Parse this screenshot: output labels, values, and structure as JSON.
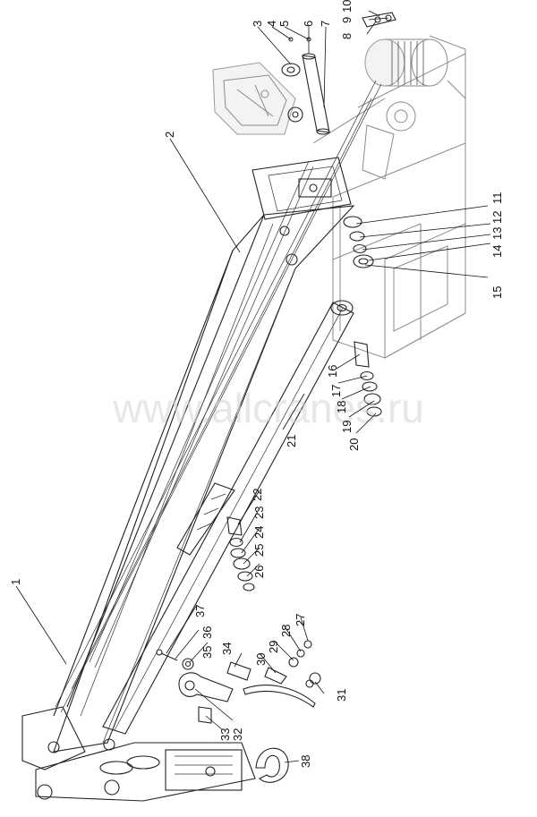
{
  "watermark": "www.allcranes.ru",
  "callouts": [
    {
      "id": "1",
      "text": "1"
    },
    {
      "id": "2",
      "text": "2"
    },
    {
      "id": "3",
      "text": "3"
    },
    {
      "id": "4",
      "text": "4"
    },
    {
      "id": "5",
      "text": "5"
    },
    {
      "id": "6",
      "text": "6"
    },
    {
      "id": "7",
      "text": "7"
    },
    {
      "id": "8",
      "text": "8"
    },
    {
      "id": "9",
      "text": "9"
    },
    {
      "id": "10",
      "text": "10"
    },
    {
      "id": "11",
      "text": "11"
    },
    {
      "id": "12",
      "text": "12"
    },
    {
      "id": "13",
      "text": "13"
    },
    {
      "id": "14",
      "text": "14"
    },
    {
      "id": "15",
      "text": "15"
    },
    {
      "id": "16",
      "text": "16"
    },
    {
      "id": "17",
      "text": "17"
    },
    {
      "id": "18",
      "text": "18"
    },
    {
      "id": "19",
      "text": "19"
    },
    {
      "id": "20",
      "text": "20"
    },
    {
      "id": "21",
      "text": "21"
    },
    {
      "id": "22",
      "text": "22"
    },
    {
      "id": "23",
      "text": "23"
    },
    {
      "id": "24",
      "text": "24"
    },
    {
      "id": "25",
      "text": "25"
    },
    {
      "id": "26",
      "text": "26"
    },
    {
      "id": "27",
      "text": "27"
    },
    {
      "id": "28",
      "text": "28"
    },
    {
      "id": "29",
      "text": "29"
    },
    {
      "id": "30",
      "text": "30"
    },
    {
      "id": "31",
      "text": "31"
    },
    {
      "id": "32",
      "text": "32"
    },
    {
      "id": "33",
      "text": "33"
    },
    {
      "id": "34",
      "text": "34"
    },
    {
      "id": "35",
      "text": "35"
    },
    {
      "id": "36",
      "text": "36"
    },
    {
      "id": "37",
      "text": "37"
    },
    {
      "id": "38",
      "text": "38"
    }
  ]
}
